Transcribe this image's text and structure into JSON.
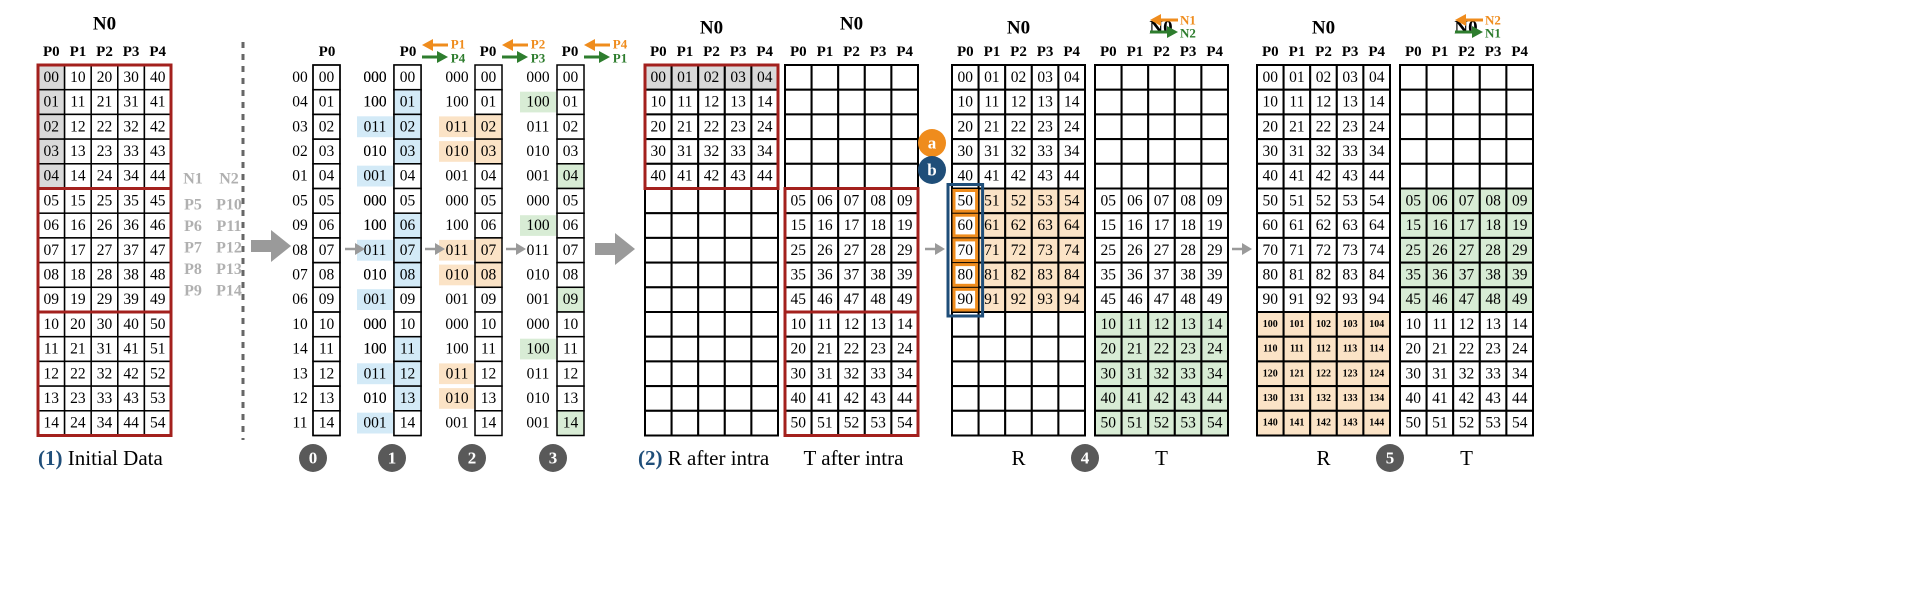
{
  "colors": {
    "red": "#a3201d",
    "blue": "#1f4e79",
    "orange": "#ef8c1d",
    "green": "#2e7d2e",
    "arrow_gray": "#9a9a9a",
    "label_gray": "#b0b0b0",
    "fill_gray": "#d9d9d9",
    "fill_blue": "#d3eaf7",
    "fill_orange": "#fbe3c6",
    "fill_green": "#d8ecd5",
    "badge_dark": "#595959"
  },
  "proc_headers": [
    "P0",
    "P1",
    "P2",
    "P3",
    "P4"
  ],
  "initial": {
    "node_label": "N0",
    "columns": [
      [
        "00",
        "01",
        "02",
        "03",
        "04",
        "05",
        "06",
        "07",
        "08",
        "09",
        "10",
        "11",
        "12",
        "13",
        "14"
      ],
      [
        "10",
        "11",
        "12",
        "13",
        "14",
        "15",
        "16",
        "17",
        "18",
        "19",
        "20",
        "21",
        "22",
        "23",
        "24"
      ],
      [
        "20",
        "21",
        "22",
        "23",
        "24",
        "25",
        "26",
        "27",
        "28",
        "29",
        "30",
        "31",
        "32",
        "33",
        "34"
      ],
      [
        "30",
        "31",
        "32",
        "33",
        "34",
        "35",
        "36",
        "37",
        "38",
        "39",
        "40",
        "41",
        "42",
        "43",
        "44"
      ],
      [
        "40",
        "41",
        "42",
        "43",
        "44",
        "45",
        "46",
        "47",
        "48",
        "49",
        "50",
        "51",
        "52",
        "53",
        "54"
      ]
    ],
    "caption_num": "(1)",
    "caption_text": "Initial Data"
  },
  "side_labels": {
    "n1": "N1",
    "n2": "N2",
    "p_left": [
      "P5",
      "P6",
      "P7",
      "P8",
      "P9"
    ],
    "p_right": [
      "P10",
      "P11",
      "P12",
      "P13",
      "P14"
    ]
  },
  "steps": {
    "step0_header": "P0",
    "step0_index": [
      "00",
      "04",
      "03",
      "02",
      "01",
      "05",
      "09",
      "08",
      "07",
      "06",
      "10",
      "14",
      "13",
      "12",
      "11"
    ],
    "col0": [
      "00",
      "01",
      "02",
      "03",
      "04",
      "05",
      "06",
      "07",
      "08",
      "09",
      "10",
      "11",
      "12",
      "13",
      "14"
    ],
    "bits": [
      "000",
      "100",
      "011",
      "010",
      "001",
      "000",
      "100",
      "011",
      "010",
      "001",
      "000",
      "100",
      "011",
      "010",
      "001"
    ],
    "step1": {
      "src": "P0",
      "orange": "P1",
      "green": "P4"
    },
    "step2": {
      "src": "P0",
      "orange": "P2",
      "green": "P3"
    },
    "step3": {
      "src": "P0",
      "orange": "P4",
      "green": "P1"
    },
    "badges": [
      "0",
      "1",
      "2",
      "3"
    ]
  },
  "section2": {
    "node_label": "N0",
    "caption_num": "(2)",
    "caption_r": "R after intra",
    "caption_t": "T after intra",
    "r_rows": [
      [
        "00",
        "01",
        "02",
        "03",
        "04"
      ],
      [
        "10",
        "11",
        "12",
        "13",
        "14"
      ],
      [
        "20",
        "21",
        "22",
        "23",
        "24"
      ],
      [
        "30",
        "31",
        "32",
        "33",
        "34"
      ],
      [
        "40",
        "41",
        "42",
        "43",
        "44"
      ]
    ],
    "t_rows": [
      [
        "05",
        "06",
        "07",
        "08",
        "09"
      ],
      [
        "15",
        "16",
        "17",
        "18",
        "19"
      ],
      [
        "25",
        "26",
        "27",
        "28",
        "29"
      ],
      [
        "35",
        "36",
        "37",
        "38",
        "39"
      ],
      [
        "45",
        "46",
        "47",
        "48",
        "49"
      ],
      [
        "10",
        "11",
        "12",
        "13",
        "14"
      ],
      [
        "20",
        "21",
        "22",
        "23",
        "24"
      ],
      [
        "30",
        "31",
        "32",
        "33",
        "34"
      ],
      [
        "40",
        "41",
        "42",
        "43",
        "44"
      ],
      [
        "50",
        "51",
        "52",
        "53",
        "54"
      ]
    ]
  },
  "section4": {
    "node_label": "N0",
    "t_n1": "N1",
    "t_n2": "N2",
    "badge_a": "a",
    "badge_b": "b",
    "caption_r": "R",
    "caption_t": "T",
    "badge": "4",
    "r_rows": [
      [
        "00",
        "01",
        "02",
        "03",
        "04"
      ],
      [
        "10",
        "11",
        "12",
        "13",
        "14"
      ],
      [
        "20",
        "21",
        "22",
        "23",
        "24"
      ],
      [
        "30",
        "31",
        "32",
        "33",
        "34"
      ],
      [
        "40",
        "41",
        "42",
        "43",
        "44"
      ],
      [
        "50",
        "51",
        "52",
        "53",
        "54"
      ],
      [
        "60",
        "61",
        "62",
        "63",
        "64"
      ],
      [
        "70",
        "71",
        "72",
        "73",
        "74"
      ],
      [
        "80",
        "81",
        "82",
        "83",
        "84"
      ],
      [
        "90",
        "91",
        "92",
        "93",
        "94"
      ]
    ],
    "t_rows": [
      [
        "05",
        "06",
        "07",
        "08",
        "09"
      ],
      [
        "15",
        "16",
        "17",
        "18",
        "19"
      ],
      [
        "25",
        "26",
        "27",
        "28",
        "29"
      ],
      [
        "35",
        "36",
        "37",
        "38",
        "39"
      ],
      [
        "45",
        "46",
        "47",
        "48",
        "49"
      ],
      [
        "10",
        "11",
        "12",
        "13",
        "14"
      ],
      [
        "20",
        "21",
        "22",
        "23",
        "24"
      ],
      [
        "30",
        "31",
        "32",
        "33",
        "34"
      ],
      [
        "40",
        "41",
        "42",
        "43",
        "44"
      ],
      [
        "50",
        "51",
        "52",
        "53",
        "54"
      ]
    ]
  },
  "section5": {
    "node_label": "N0",
    "t_n1": "N2",
    "t_n2": "N1",
    "caption_r": "R",
    "caption_t": "T",
    "badge": "5",
    "r_rows": [
      [
        "00",
        "01",
        "02",
        "03",
        "04"
      ],
      [
        "10",
        "11",
        "12",
        "13",
        "14"
      ],
      [
        "20",
        "21",
        "22",
        "23",
        "24"
      ],
      [
        "30",
        "31",
        "32",
        "33",
        "34"
      ],
      [
        "40",
        "41",
        "42",
        "43",
        "44"
      ],
      [
        "50",
        "51",
        "52",
        "53",
        "54"
      ],
      [
        "60",
        "61",
        "62",
        "63",
        "64"
      ],
      [
        "70",
        "71",
        "72",
        "73",
        "74"
      ],
      [
        "80",
        "81",
        "82",
        "83",
        "84"
      ],
      [
        "90",
        "91",
        "92",
        "93",
        "94"
      ],
      [
        "100",
        "101",
        "102",
        "103",
        "104"
      ],
      [
        "110",
        "111",
        "112",
        "113",
        "114"
      ],
      [
        "120",
        "121",
        "122",
        "123",
        "124"
      ],
      [
        "130",
        "131",
        "132",
        "133",
        "134"
      ],
      [
        "140",
        "141",
        "142",
        "143",
        "144"
      ]
    ],
    "t_rows": [
      [
        "05",
        "06",
        "07",
        "08",
        "09"
      ],
      [
        "15",
        "16",
        "17",
        "18",
        "19"
      ],
      [
        "25",
        "26",
        "27",
        "28",
        "29"
      ],
      [
        "35",
        "36",
        "37",
        "38",
        "39"
      ],
      [
        "45",
        "46",
        "47",
        "48",
        "49"
      ],
      [
        "10",
        "11",
        "12",
        "13",
        "14"
      ],
      [
        "20",
        "21",
        "22",
        "23",
        "24"
      ],
      [
        "30",
        "31",
        "32",
        "33",
        "34"
      ],
      [
        "40",
        "41",
        "42",
        "43",
        "44"
      ],
      [
        "50",
        "51",
        "52",
        "53",
        "54"
      ]
    ]
  }
}
